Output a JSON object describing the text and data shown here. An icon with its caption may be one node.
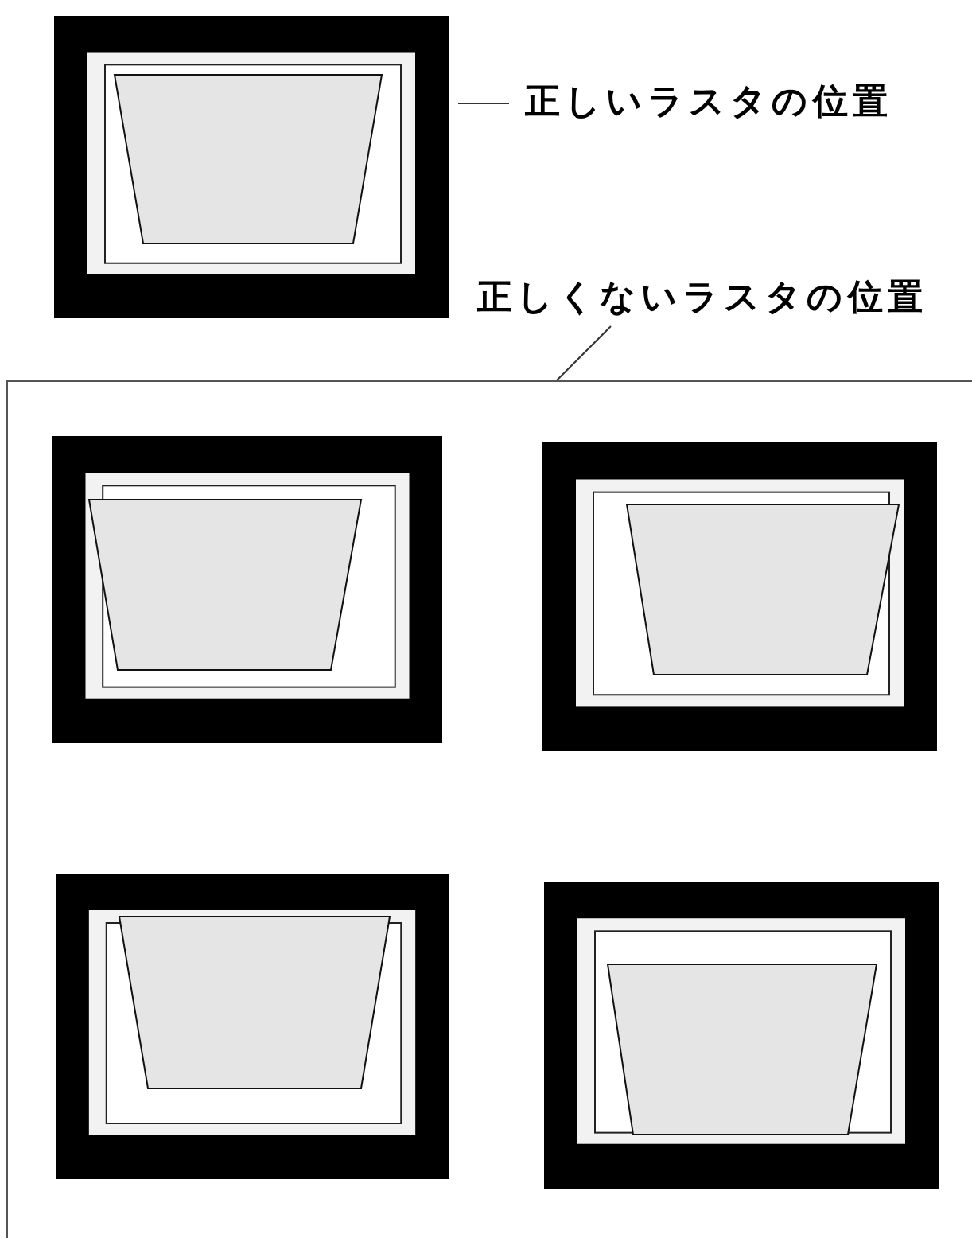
{
  "diagram": {
    "nodes": [
      {
        "text": [
          "正しいラスタの位置"
        ]
      },
      {
        "text": [],
        "shape": "picture"
      },
      {
        "text": [
          "正しくないラスタの位置"
        ]
      },
      {
        "text": [],
        "shape": "box"
      },
      {
        "text": [],
        "shape": "picture",
        "in": 3
      },
      {
        "text": [],
        "shape": "picture",
        "in": 3
      },
      {
        "text": [],
        "shape": "picture",
        "in": 3
      },
      {
        "text": [],
        "shape": "picture",
        "in": 3
      }
    ],
    "edges": [
      {
        "from": 0,
        "to": 1,
        "arrow": "none"
      },
      {
        "from": 2,
        "to": 3,
        "arrow": "none"
      }
    ]
  }
}
